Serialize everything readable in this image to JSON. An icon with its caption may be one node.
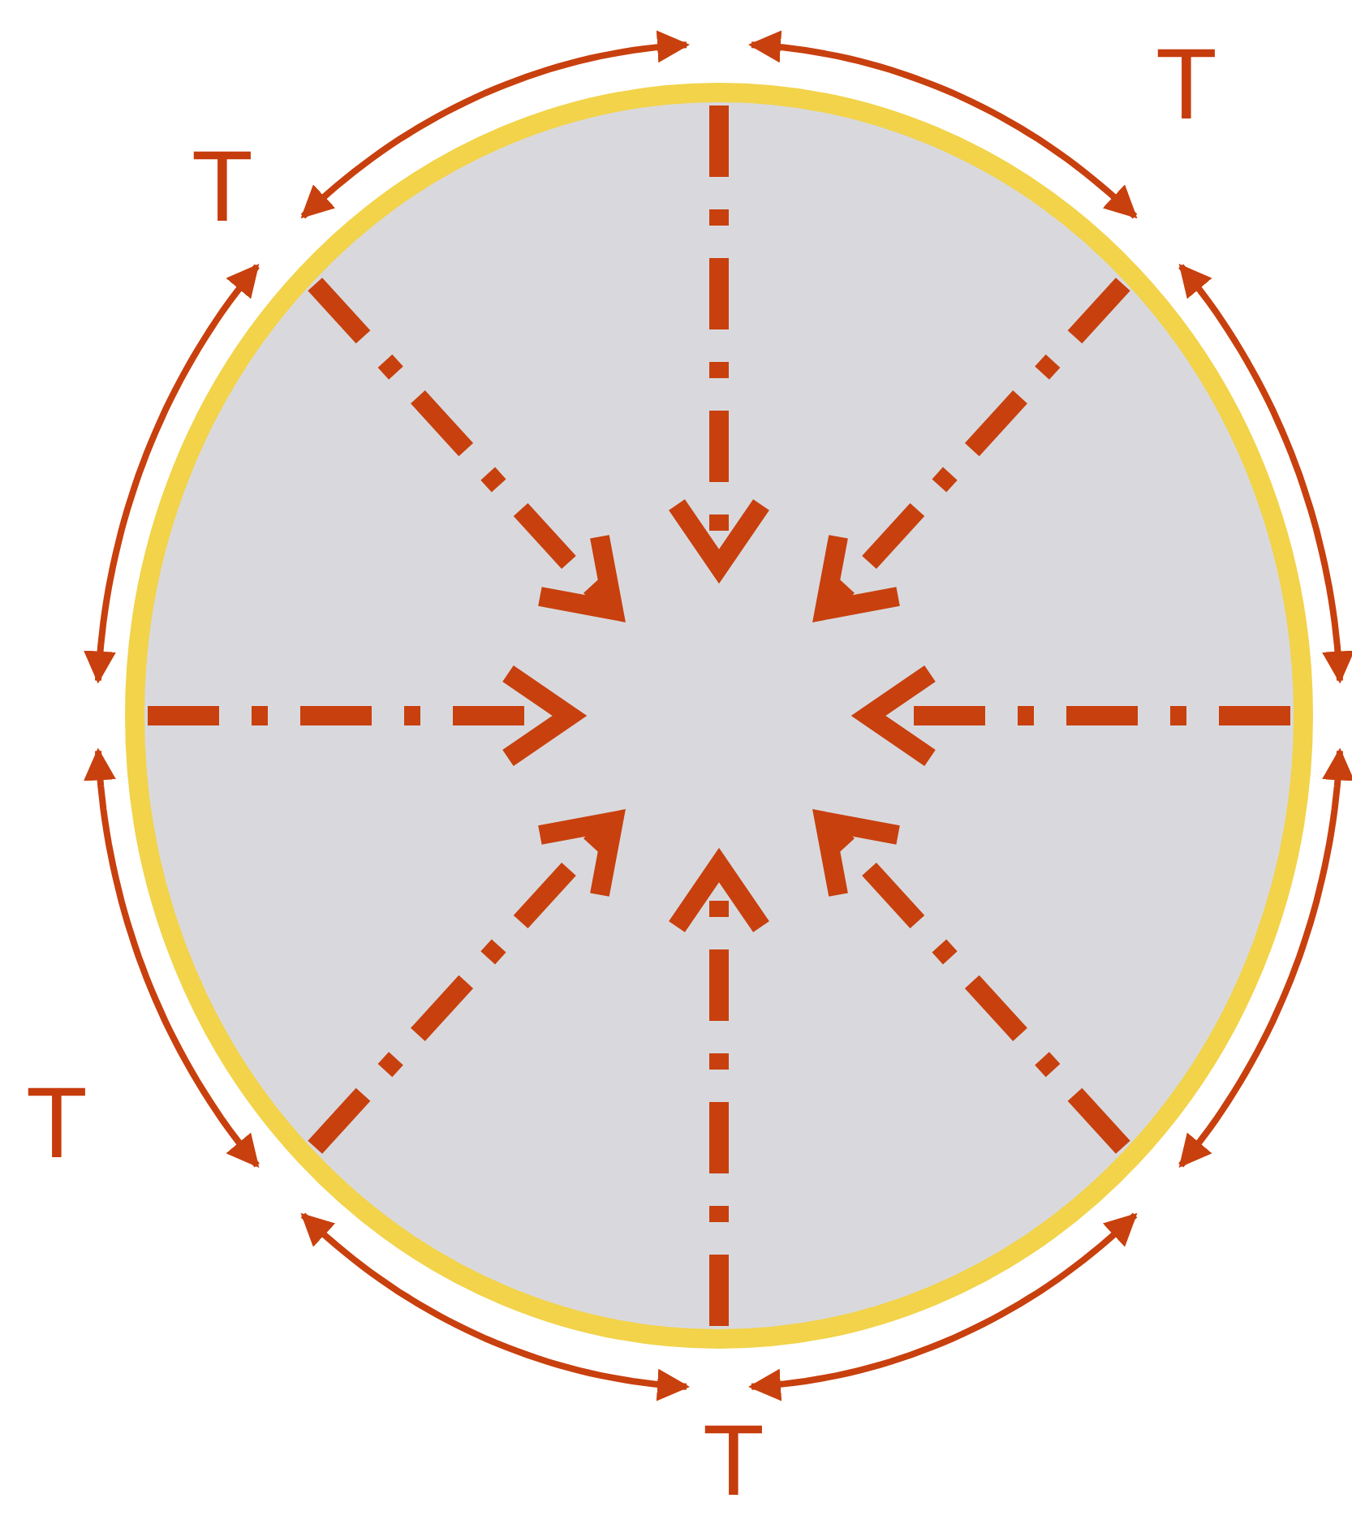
{
  "diagram": {
    "labels": [
      "T",
      "T",
      "T",
      "T"
    ]
  }
}
